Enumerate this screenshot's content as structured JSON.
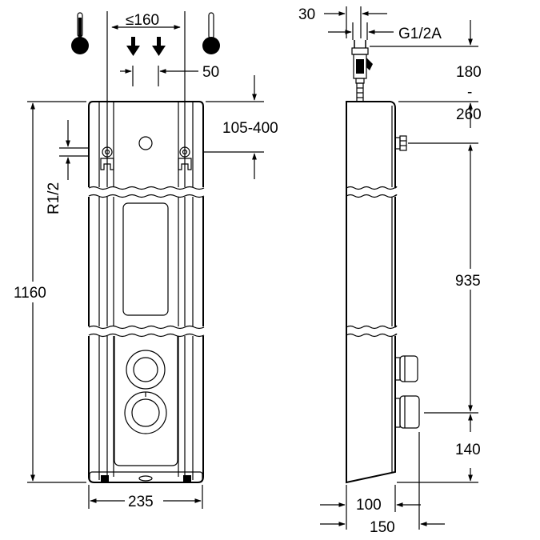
{
  "front_view": {
    "dim_center_spacing": "≤160",
    "dim_offset": "50",
    "dim_height_range": "105-400",
    "dim_thread": "R1/2",
    "dim_total_height": "1160",
    "dim_width": "235",
    "icons": [
      "thermometer-hot-icon",
      "down-arrow-icon",
      "down-arrow-icon",
      "thermometer-cold-icon"
    ]
  },
  "side_view": {
    "dim_pipe_width": "30",
    "dim_connection": "G1/2A",
    "dim_top_min": "180",
    "dim_top_dash": "-",
    "dim_top_max": "260",
    "dim_mid_height": "935",
    "dim_bottom_height": "140",
    "dim_depth_inner": "100",
    "dim_depth_outer": "150"
  }
}
